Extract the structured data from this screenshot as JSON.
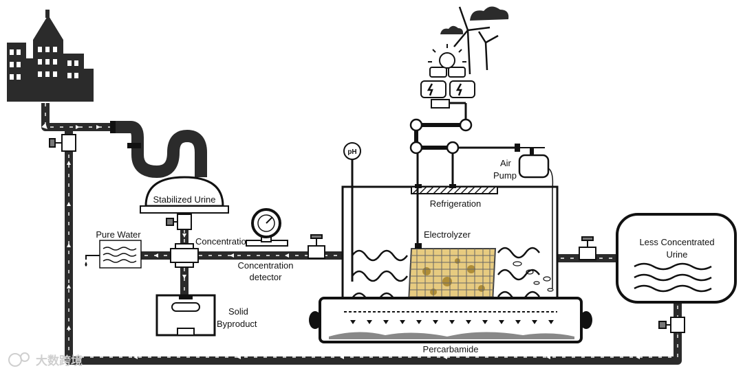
{
  "labels": {
    "stabilized_urine": "Stabilized Urine",
    "pure_water": "Pure Water",
    "concentration": "Concentration",
    "concentration_detector_l1": "Concentration",
    "concentration_detector_l2": "detector",
    "solid_byproduct_l1": "Solid",
    "solid_byproduct_l2": "Byproduct",
    "ph": "pH",
    "air_pump_l1": "Air",
    "air_pump_l2": "Pump",
    "refrigeration": "Refrigeration",
    "electrolyzer": "Electrolyzer",
    "less_concentrated_l1": "Less Concentrated",
    "less_concentrated_l2": "Urine",
    "percarbamide": "Percarbamide"
  },
  "watermark": "大数跨境",
  "colors": {
    "pipe": "#2b2b2b",
    "outline": "#111111",
    "electrode": "#d4a017"
  }
}
